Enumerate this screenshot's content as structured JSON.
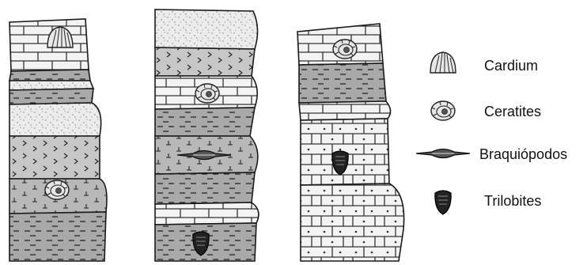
{
  "legend": {
    "items": [
      {
        "id": "cardium",
        "label": "Cardium",
        "icon": "cardium-shell-icon"
      },
      {
        "id": "ceratites",
        "label": "Ceratites",
        "icon": "ceratites-ammonite-icon"
      },
      {
        "id": "braquiopodos",
        "label": "Braquiópodos",
        "icon": "braquiopodo-icon"
      },
      {
        "id": "trilobites",
        "label": "Trilobites",
        "icon": "trilobite-icon"
      }
    ]
  },
  "columns": [
    {
      "id": "column-1",
      "layers": [
        {
          "lithology": "brick",
          "fossil": "cardium"
        },
        {
          "lithology": "shale",
          "fossil": null
        },
        {
          "lithology": "sand",
          "fossil": null
        },
        {
          "lithology": "shale",
          "fossil": null
        },
        {
          "lithology": "sand",
          "fossil": null
        },
        {
          "lithology": "volcanic",
          "fossil": null
        },
        {
          "lithology": "salt",
          "fossil": "ceratites"
        },
        {
          "lithology": "shale",
          "fossil": null
        }
      ]
    },
    {
      "id": "column-2",
      "layers": [
        {
          "lithology": "sand",
          "fossil": null
        },
        {
          "lithology": "volcanic",
          "fossil": null
        },
        {
          "lithology": "brick",
          "fossil": "ceratites"
        },
        {
          "lithology": "shale",
          "fossil": null
        },
        {
          "lithology": "salt",
          "fossil": "braquiopodos"
        },
        {
          "lithology": "shale",
          "fossil": null
        },
        {
          "lithology": "brick",
          "fossil": null
        },
        {
          "lithology": "shale",
          "fossil": "trilobites"
        }
      ]
    },
    {
      "id": "column-3",
      "layers": [
        {
          "lithology": "brick",
          "fossil": "ceratites"
        },
        {
          "lithology": "shale",
          "fossil": null
        },
        {
          "lithology": "brick",
          "fossil": null
        },
        {
          "lithology": "dotted-brick",
          "fossil": "trilobites"
        },
        {
          "lithology": "dotted-brick",
          "fossil": null
        }
      ]
    }
  ],
  "colors": {
    "outline": "#1a1a1a",
    "brick_fill": "#f3f3f3",
    "shale_fill": "#a9a9a9",
    "sand_fill": "#ececec",
    "volcanic_fill": "#c7c7c7",
    "salt_fill": "#b8b8b8",
    "trilobite_fill": "#222222",
    "legend_text": "#111111"
  }
}
